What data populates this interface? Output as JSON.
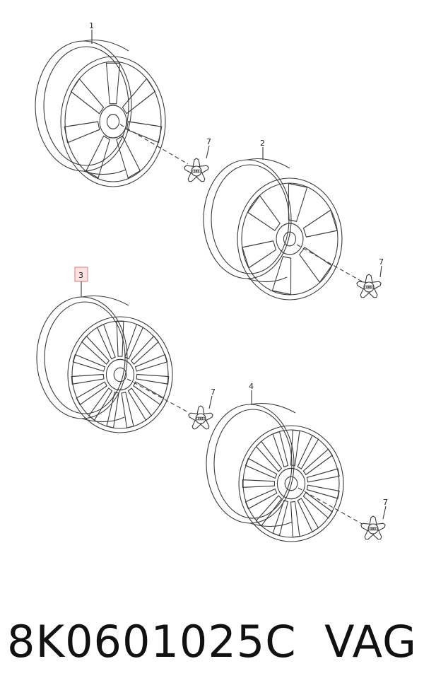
{
  "callouts": {
    "wheel_1": "1",
    "wheel_2": "2",
    "wheel_3": "3",
    "wheel_4": "4",
    "cap_a": "7",
    "cap_b": "7",
    "cap_c": "7",
    "cap_d": "7"
  },
  "footer": {
    "part_number": "8K0601025C",
    "brand": "VAG"
  },
  "colors": {
    "line": "#3a3a3a",
    "highlight_border": "#e07a7a",
    "highlight_fill": "#fbe3e3"
  },
  "icons": {
    "wheel": "alloy-wheel-icon",
    "cap": "center-cap-icon"
  }
}
